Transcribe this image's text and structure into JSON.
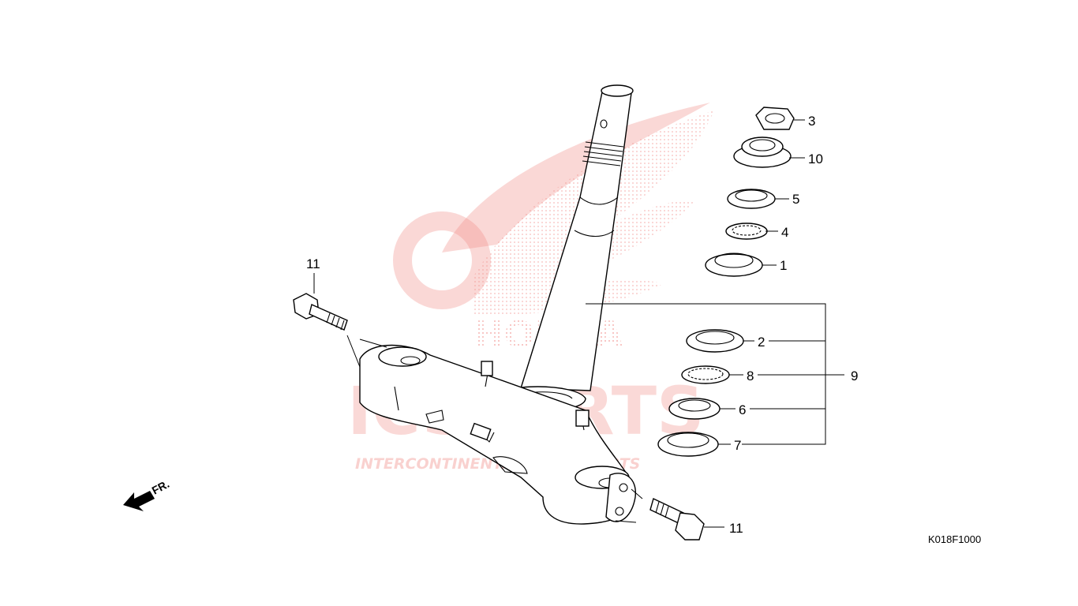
{
  "diagram": {
    "code": "K018F1000",
    "direction_label": "FR.",
    "callouts": [
      {
        "id": "3",
        "label": "3"
      },
      {
        "id": "10",
        "label": "10"
      },
      {
        "id": "5",
        "label": "5"
      },
      {
        "id": "4",
        "label": "4"
      },
      {
        "id": "1",
        "label": "1"
      },
      {
        "id": "11a",
        "label": "11"
      },
      {
        "id": "2",
        "label": "2"
      },
      {
        "id": "8",
        "label": "8"
      },
      {
        "id": "9",
        "label": "9"
      },
      {
        "id": "6",
        "label": "6"
      },
      {
        "id": "7",
        "label": "7"
      },
      {
        "id": "11b",
        "label": "11"
      }
    ]
  },
  "watermark": {
    "brand": "HONDA",
    "logo_main": "ICSPARTS",
    "logo_sub": "INTERCONTINENTAL SPARE PARTS",
    "accent_color": "#e8342a"
  }
}
